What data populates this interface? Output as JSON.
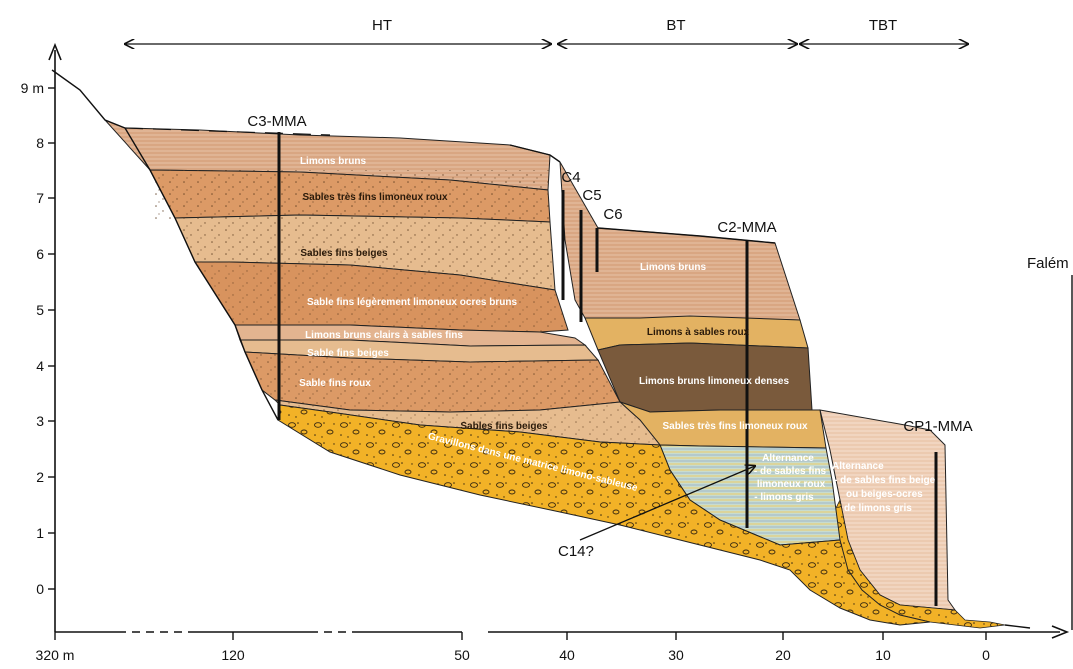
{
  "zones": [
    {
      "label": "HT"
    },
    {
      "label": "BT"
    },
    {
      "label": "TBT"
    }
  ],
  "y_axis": {
    "ticks": [
      "9 m",
      "8",
      "7",
      "6",
      "5",
      "4",
      "3",
      "2",
      "1",
      "0"
    ]
  },
  "x_axis": {
    "ticks": [
      "320 m",
      "120",
      "50",
      "40",
      "30",
      "20",
      "10",
      "0"
    ]
  },
  "river_label": "Falém",
  "cores": [
    {
      "label": "C3-MMA"
    },
    {
      "label": "C4"
    },
    {
      "label": "C5"
    },
    {
      "label": "C6"
    },
    {
      "label": "C2-MMA"
    },
    {
      "label": "CP1-MMA"
    }
  ],
  "sample_label": "C14?",
  "layers": {
    "ht": [
      "Limons bruns",
      "Sables très fins limoneux roux",
      "Sables fins beiges",
      "Sable fins légèrement limoneux ocres bruns",
      "Limons bruns clairs à sables fins",
      "Sable fins  beiges",
      "Sable fins roux",
      "Sables fins beiges",
      "Gravillons dans une matrice limono-sableuse"
    ],
    "bt": [
      "Limons bruns",
      "Limons à sables roux",
      "Limons bruns limoneux denses",
      "Sables très fins limoneux roux",
      "Alternance",
      "- de sables fins",
      "limoneux roux",
      "- limons gris"
    ],
    "tbt": [
      "Alternance",
      "- de sables fins beige",
      "ou beiges-ocres",
      "de limons gris"
    ]
  },
  "colors": {
    "limons_bruns": "#d9a682",
    "sables_roux": "#dc9a66",
    "sables_beiges": "#e6bc8f",
    "ocres_bruns": "#d8935e",
    "limons_clairs": "#e3b490",
    "limons_sables_roux": "#e3b262",
    "limons_denses": "#7a5a3c",
    "gravel": "#f2b227",
    "alternance": "#c8dccf",
    "tbt": "#eccab0"
  }
}
